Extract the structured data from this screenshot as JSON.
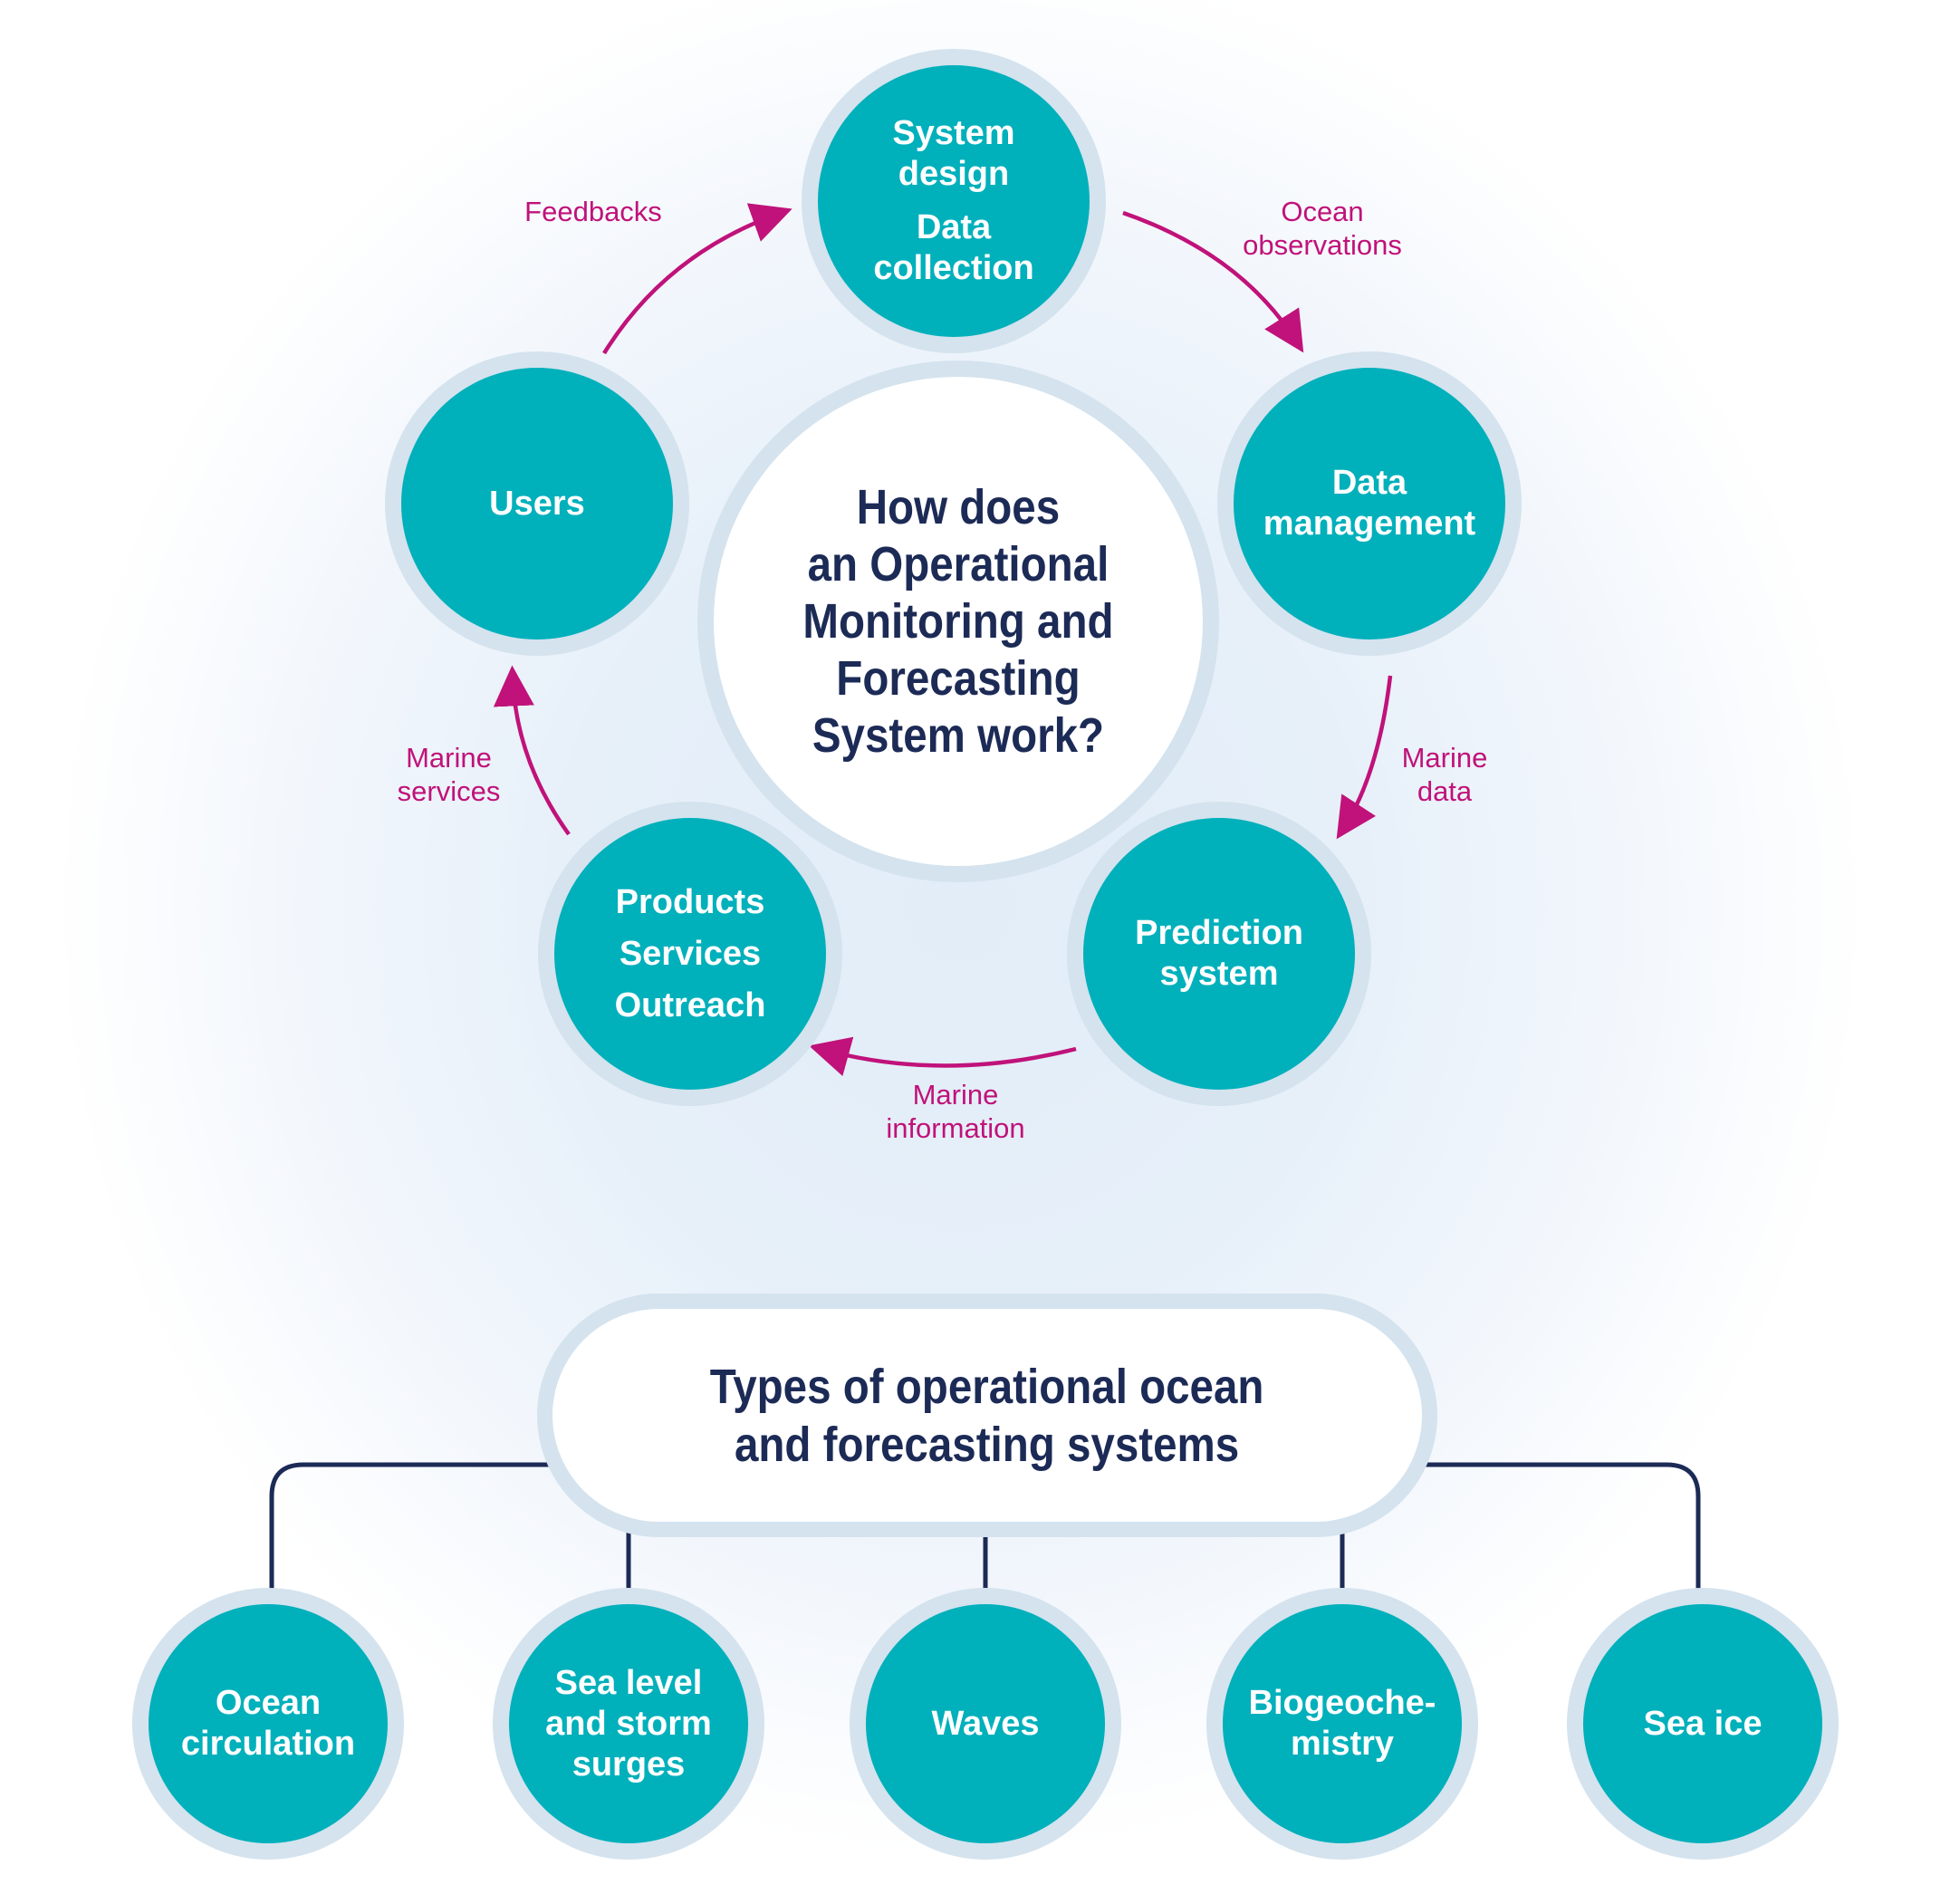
{
  "cycle": {
    "center_title": "How does\nan Operational\nMonitoring and\nForecasting\nSystem work?",
    "nodes": {
      "system_design": {
        "line1": "System",
        "line2": "design",
        "line3": "Data",
        "line4": "collection"
      },
      "data_management": {
        "line1": "Data",
        "line2": "management"
      },
      "prediction_system": {
        "line1": "Prediction",
        "line2": "system"
      },
      "products": {
        "line1": "Products",
        "line2": "Services",
        "line3": "Outreach"
      },
      "users": {
        "line1": "Users"
      }
    },
    "flows": {
      "ocean_observations": "Ocean\nobservations",
      "marine_data": "Marine\ndata",
      "marine_information": "Marine\ninformation",
      "marine_services": "Marine\nservices",
      "feedbacks": "Feedbacks"
    }
  },
  "types": {
    "title": "Types of operational ocean\nand forecasting systems",
    "items": {
      "ocean_circulation": {
        "line1": "Ocean",
        "line2": "circulation"
      },
      "sea_level": {
        "line1": "Sea level",
        "line2": "and storm",
        "line3": "surges"
      },
      "waves": {
        "line1": "Waves"
      },
      "biogeochemistry": {
        "line1": "Biogeoche-",
        "line2": "mistry"
      },
      "sea_ice": {
        "line1": "Sea ice"
      }
    }
  },
  "colors": {
    "teal": "#00b0bb",
    "ring": "#d4e3ee",
    "navy": "#1c2a56",
    "magenta": "#c0127a",
    "background": "#e7f0f9"
  }
}
